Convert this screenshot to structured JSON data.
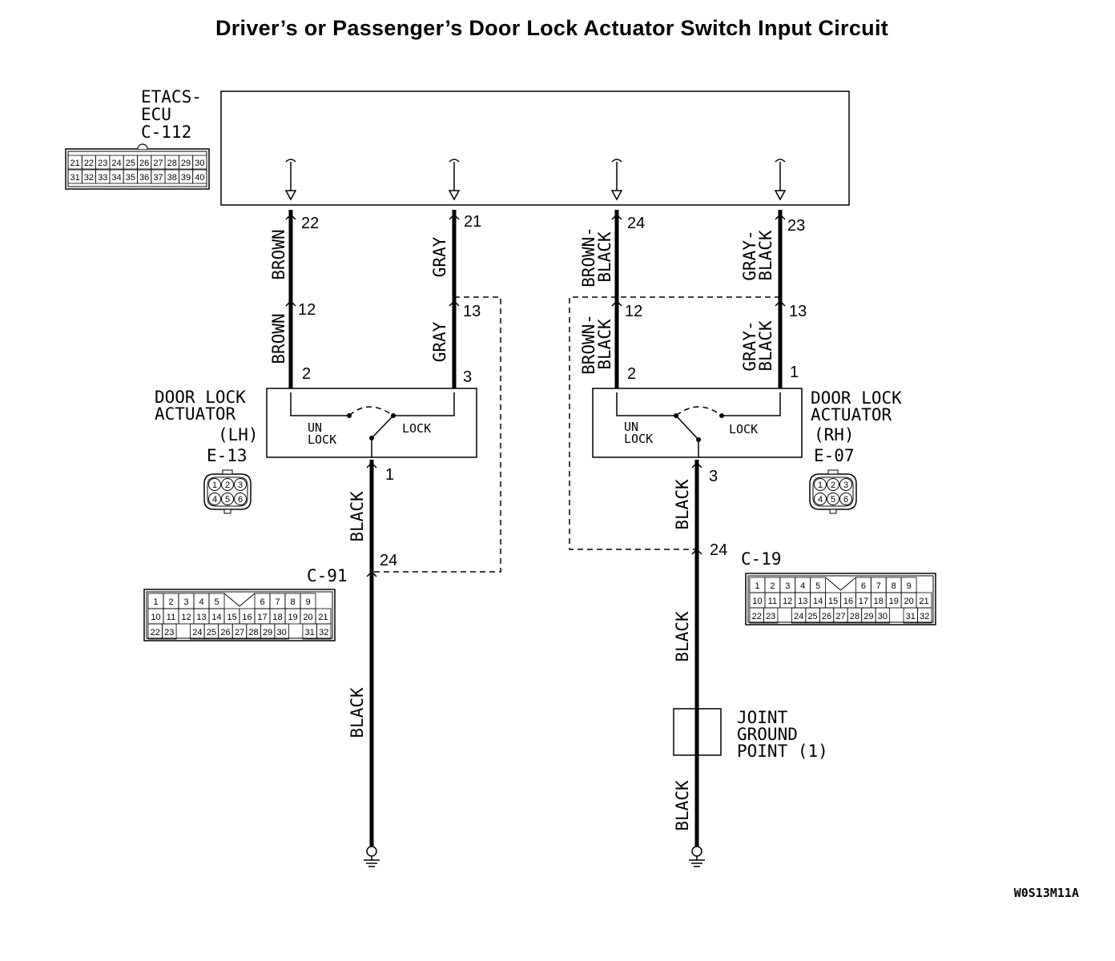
{
  "title": "Driver’s or Passenger’s Door Lock Actuator Switch Input Circuit",
  "figure_code": "W0S13M11A",
  "ecu": {
    "lines": [
      "ETACS-",
      "ECU",
      "C-112"
    ],
    "connector_pins_top": [
      "21",
      "22",
      "23",
      "24",
      "25",
      "26",
      "27",
      "28",
      "29",
      "30"
    ],
    "connector_pins_bottom": [
      "31",
      "32",
      "33",
      "34",
      "35",
      "36",
      "37",
      "38",
      "39",
      "40"
    ]
  },
  "ecu_terminals": [
    "22",
    "21",
    "24",
    "23"
  ],
  "relay_terminals": [
    "12",
    "13",
    "12",
    "13"
  ],
  "wires": {
    "upper": [
      {
        "lines": [
          "BROWN"
        ]
      },
      {
        "lines": [
          "GRAY"
        ]
      },
      {
        "lines": [
          "BROWN-",
          "BLACK"
        ]
      },
      {
        "lines": [
          "GRAY-",
          "BLACK"
        ]
      }
    ],
    "lower": [
      {
        "lines": [
          "BROWN"
        ]
      },
      {
        "lines": [
          "GRAY"
        ]
      },
      {
        "lines": [
          "BROWN-",
          "BLACK"
        ]
      },
      {
        "lines": [
          "GRAY-",
          "BLACK"
        ]
      }
    ],
    "ground": "BLACK"
  },
  "lh": {
    "lines": [
      "DOOR LOCK",
      "ACTUATOR",
      "(LH)",
      "E-13"
    ],
    "pins_top": [
      "2",
      "3"
    ],
    "pin_bottom": "1",
    "unlock": [
      "UN",
      "LOCK"
    ],
    "lock": "LOCK",
    "inline_connector": "C-91",
    "inline_pin": "24"
  },
  "rh": {
    "lines": [
      "DOOR LOCK",
      "ACTUATOR",
      "(RH)",
      "E-07"
    ],
    "pins_top": [
      "2",
      "1"
    ],
    "pin_bottom": "3",
    "unlock": [
      "UN",
      "LOCK"
    ],
    "lock": "LOCK",
    "inline_connector": "C-19",
    "inline_pin": "24"
  },
  "actuator_pins": [
    "1",
    "2",
    "3",
    "4",
    "5",
    "6"
  ],
  "connector_32": {
    "row1": [
      "1",
      "2",
      "3",
      "4",
      "5",
      "",
      "",
      "6",
      "7",
      "8",
      "9"
    ],
    "row2": [
      "10",
      "11",
      "12",
      "13",
      "14",
      "15",
      "16",
      "17",
      "18",
      "19",
      "20",
      "21"
    ],
    "row3": [
      "22",
      "23",
      "",
      "24",
      "25",
      "26",
      "27",
      "28",
      "29",
      "30",
      "",
      "31",
      "32"
    ]
  },
  "joint_ground": [
    "JOINT",
    "GROUND",
    "POINT (1)"
  ]
}
